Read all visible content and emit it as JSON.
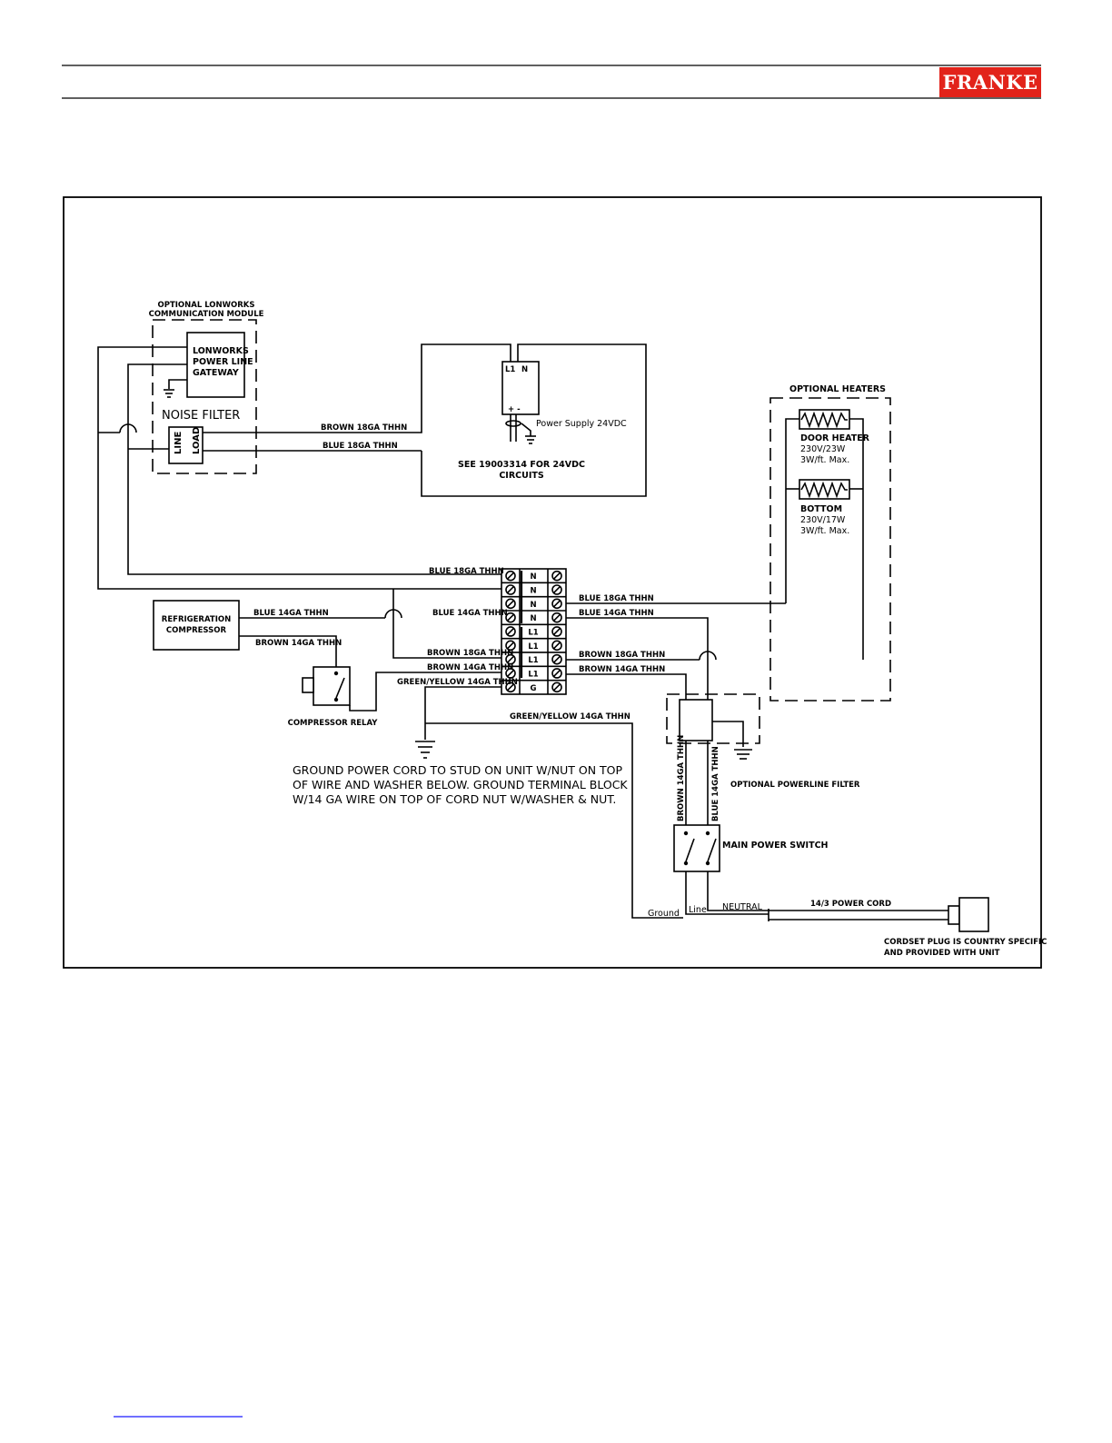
{
  "header": {
    "logo_text": "FRANKE",
    "logo_color": "#e2231a"
  },
  "diagram": {
    "lonworks_module_title_1": "OPTIONAL LONWORKS",
    "lonworks_module_title_2": "COMMUNICATION MODULE",
    "gateway_1": "LONWORKS",
    "gateway_2": "POWER LINE",
    "gateway_3": "GATEWAY",
    "noise_filter": "NOISE FILTER",
    "line": "LINE",
    "load": "LOAD",
    "brown_18ga": "BROWN 18GA THHN",
    "blue_18ga": "BLUE 18GA THHN",
    "blue_14ga": "BLUE 14GA THHN",
    "brown_14ga": "BROWN 14GA THHN",
    "green_yellow_14ga": "GREEN/YELLOW 14GA THHN",
    "ps_l1": "L1",
    "ps_n": "N",
    "ps_pm": "+ -",
    "power_supply": "Power Supply 24VDC",
    "see_note_1": "SEE 19003314 FOR 24VDC",
    "see_note_2": "CIRCUITS",
    "optional_heaters": "OPTIONAL HEATERS",
    "door_heater": "DOOR HEATER",
    "door_heater_spec": "230V/23W",
    "door_heater_max": "3W/ft. Max.",
    "bottom": "BOTTOM",
    "bottom_spec": "230V/17W",
    "bottom_max": "3W/ft. Max.",
    "refrigeration_1": "REFRIGERATION",
    "refrigeration_2": "COMPRESSOR",
    "compressor_relay": "COMPRESSOR RELAY",
    "terminals": [
      "N",
      "N",
      "N",
      "N",
      "L1",
      "L1",
      "L1",
      "L1",
      "G"
    ],
    "ground_note_1": "GROUND POWER CORD TO STUD ON UNIT W/NUT ON TOP",
    "ground_note_2": "OF WIRE AND WASHER BELOW. GROUND TERMINAL BLOCK",
    "ground_note_3": "W/14 GA WIRE ON TOP OF CORD NUT W/WASHER & NUT.",
    "optional_powerline_filter": "OPTIONAL POWERLINE FILTER",
    "main_power_switch": "MAIN POWER SWITCH",
    "ground": "Ground",
    "line_label": "Line",
    "neutral": "NEUTRAL",
    "power_cord": "14/3 POWER CORD",
    "cordset_1": "CORDSET PLUG IS COUNTRY SPECIFIC",
    "cordset_2": "AND PROVIDED WITH UNIT"
  },
  "footer": {
    "link_color": "#1a1aff"
  }
}
